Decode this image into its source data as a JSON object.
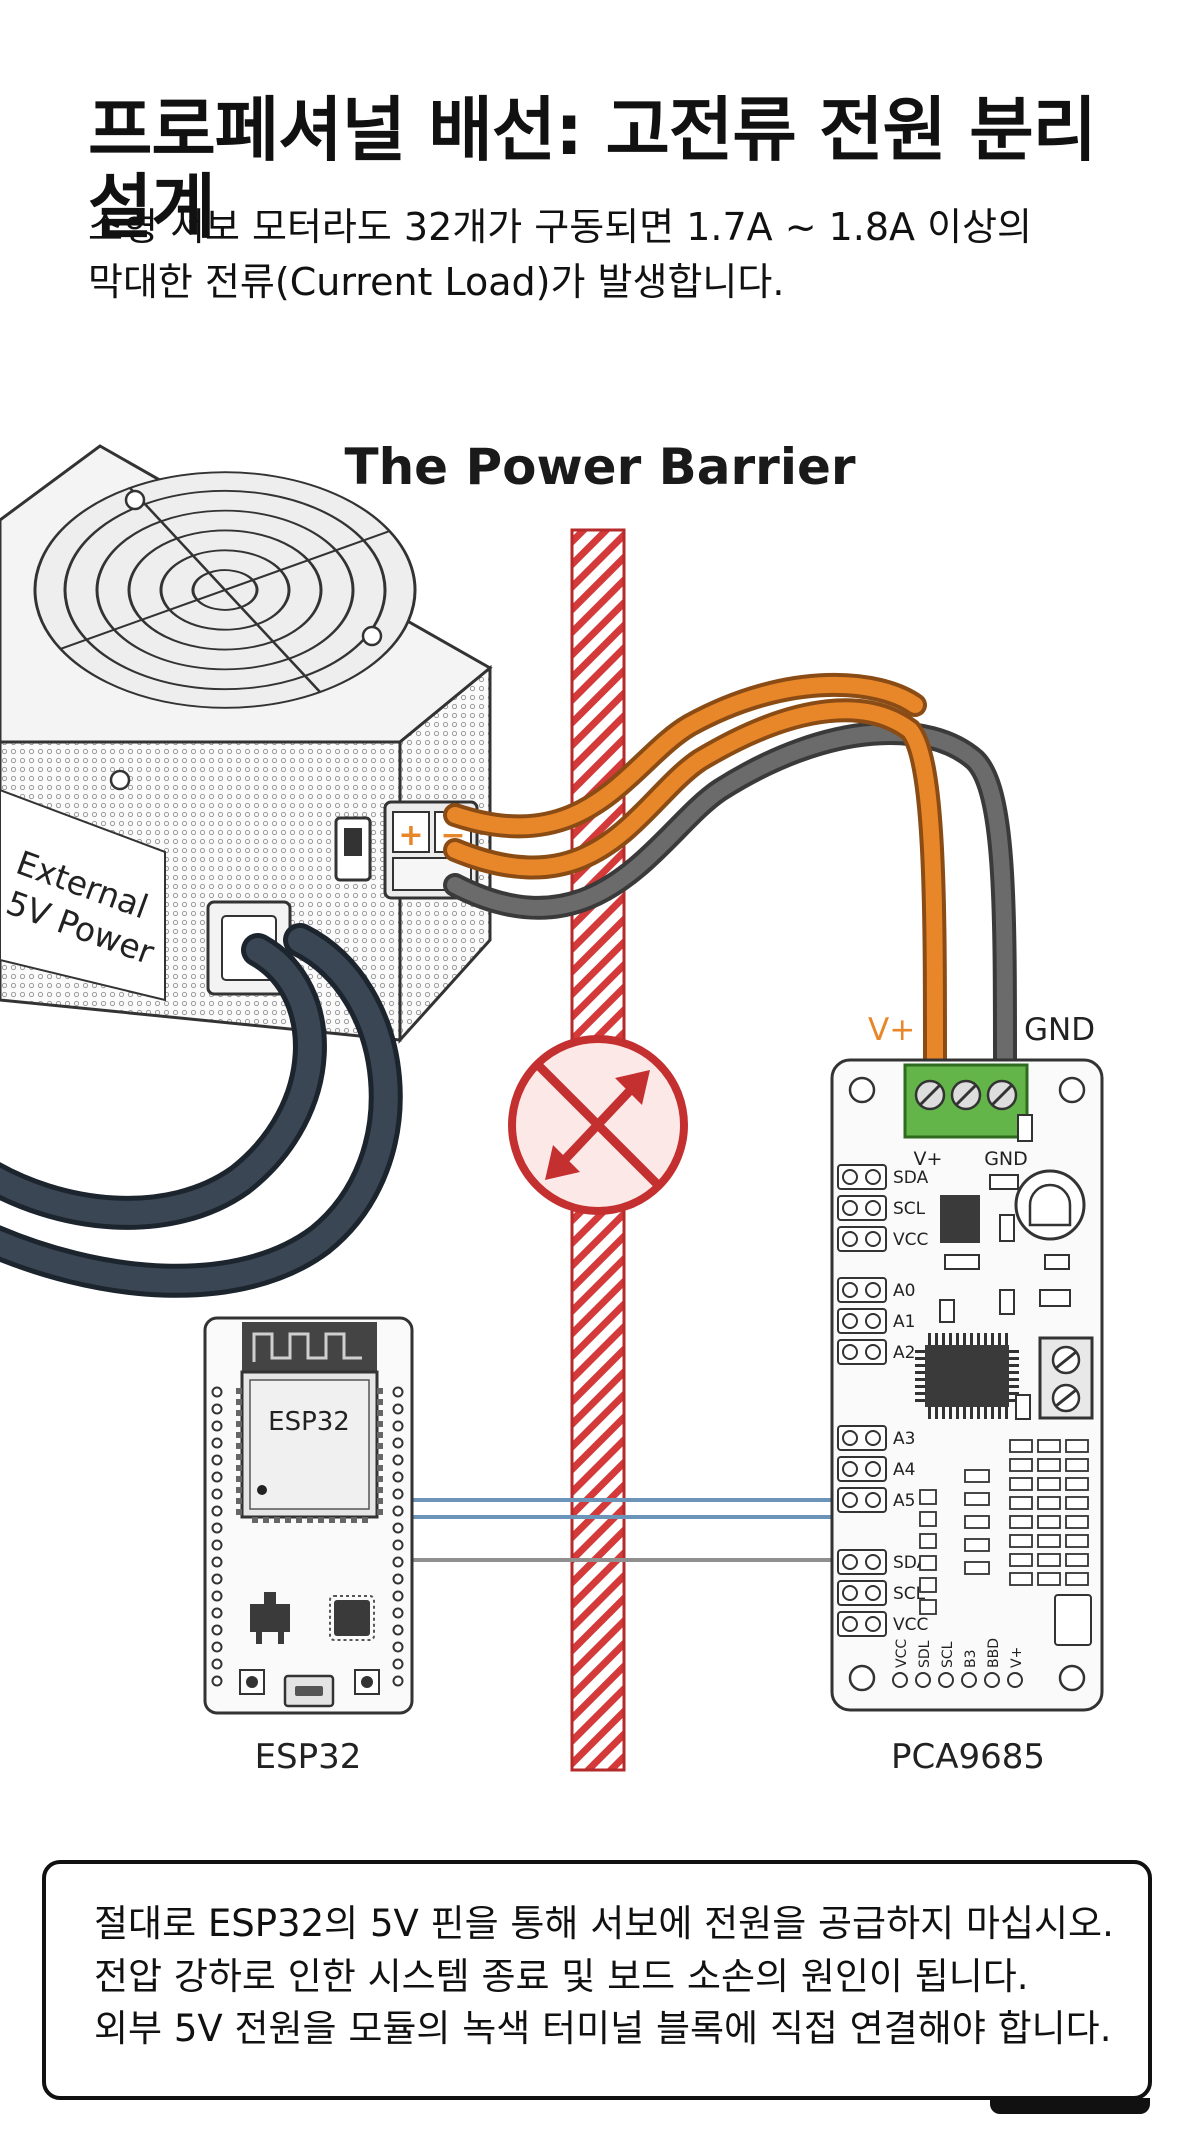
{
  "title": "프로페셔널 배선: 고전류 전원 분리 설계",
  "subtitle": {
    "line1": "소형 서보 모터라도 32개가 구동되면 1.7A ~ 1.8A 이상의",
    "line2": "막대한 전류(Current Load)가 발생합니다."
  },
  "diagram": {
    "heading": "The Power Barrier",
    "psu": {
      "label_line1": "External",
      "label_line2": "5V Power",
      "terminal_plus": "+",
      "terminal_minus": "−"
    },
    "wire_labels": {
      "vplus": "V+",
      "gnd": "GND"
    },
    "esp32": {
      "chip_label": "ESP32",
      "caption": "ESP32"
    },
    "pca9685": {
      "caption": "PCA9685",
      "terminal_vplus": "V+",
      "terminal_gnd": "GND",
      "left_pins_top": [
        "SDA",
        "SCL",
        "VCC"
      ],
      "address_pins": [
        "A0",
        "A1",
        "A2",
        "A3",
        "A4",
        "A5"
      ],
      "left_pins_bottom": [
        "SDA",
        "SCL",
        "VCC"
      ],
      "bottom_pins": [
        "VCC",
        "SDL",
        "SCL",
        "B3",
        "BBD",
        "V+"
      ]
    },
    "colors": {
      "orange_wire": "#e8862a",
      "gray_wire": "#6b6b6b",
      "dark_cable": "#2b3440",
      "barrier_red": "#d43a3a",
      "terminal_green": "#63b54a",
      "signal_blue": "#6c93b8"
    }
  },
  "note": {
    "line1": "절대로 ESP32의 5V 핀을 통해 서보에 전원을 공급하지 마십시오.",
    "line2": "전압 강하로 인한 시스템 종료 및 보드 소손의 원인이 됩니다.",
    "line3": "외부 5V 전원을 모듈의 녹색 터미널 블록에 직접 연결해야 합니다."
  }
}
